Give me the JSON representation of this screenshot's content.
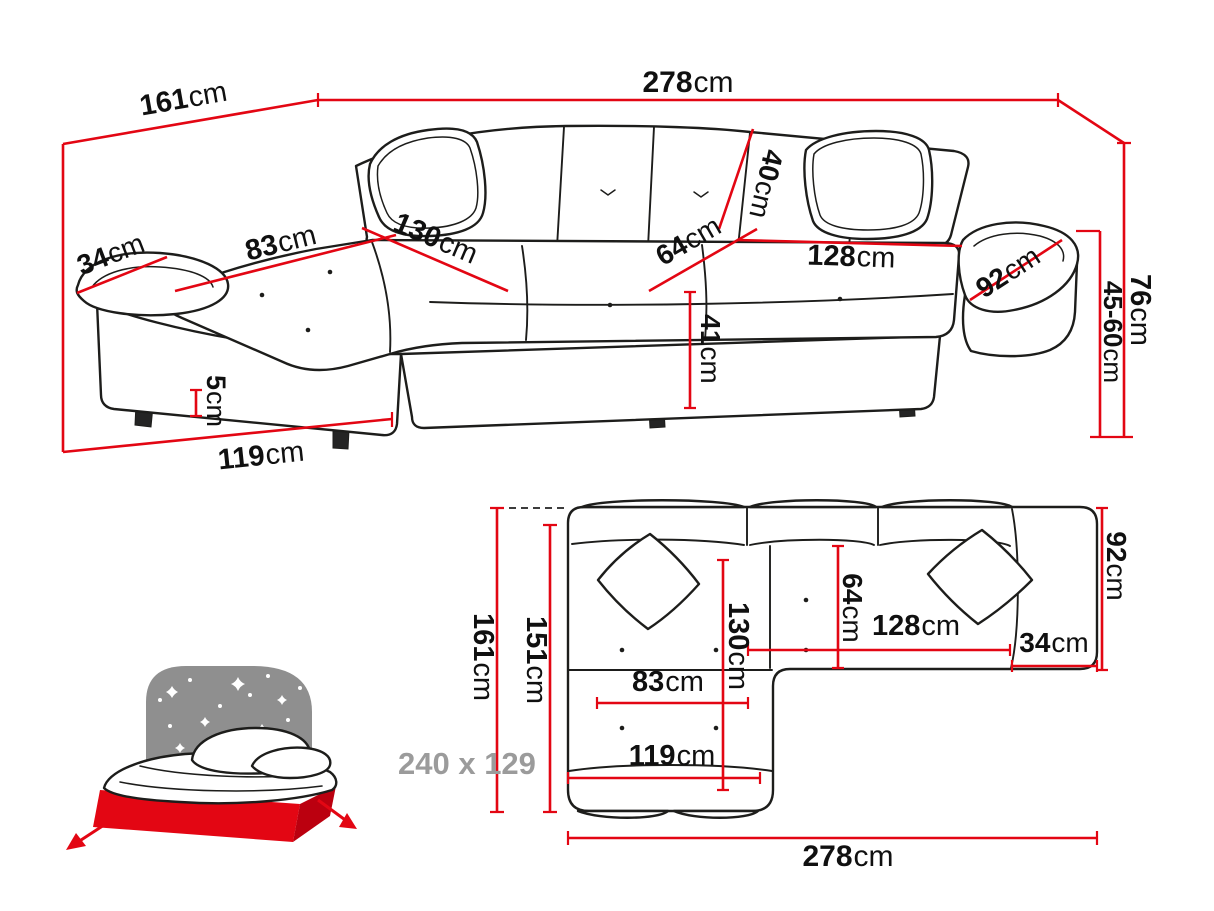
{
  "meta": {
    "description": "Corner sofa technical dimensions diagram with perspective view, top plan view and sleeping-area icon"
  },
  "colors": {
    "dimension": "#e30613",
    "outline": "#1d1d1b",
    "muted_text": "#9b9b9b",
    "headboard": "#8f8f8f",
    "mattress_front": "#e30613",
    "mattress_side": "#bb000f",
    "background": "#ffffff"
  },
  "perspective_view": {
    "dims": {
      "total_width": {
        "value": "278",
        "unit": "cm"
      },
      "total_depth": {
        "value": "161",
        "unit": "cm"
      },
      "backrest_height": {
        "value": "40",
        "unit": "cm"
      },
      "seat_depth": {
        "value": "64",
        "unit": "cm"
      },
      "chaise_seat_length": {
        "value": "130",
        "unit": "cm"
      },
      "chaise_seat_width": {
        "value": "83",
        "unit": "cm"
      },
      "chaise_armrest_width": {
        "value": "34",
        "unit": "cm"
      },
      "seat_width": {
        "value": "128",
        "unit": "cm"
      },
      "armrest_depth": {
        "value": "92",
        "unit": "cm"
      },
      "total_height": {
        "value": "76",
        "unit": "cm"
      },
      "armrest_height": {
        "value": "45-60",
        "unit": "cm"
      },
      "seat_height": {
        "value": "41",
        "unit": "cm"
      },
      "leg_height": {
        "value": "5",
        "unit": "cm"
      },
      "chaise_front_width": {
        "value": "119",
        "unit": "cm"
      }
    }
  },
  "plan_view": {
    "dims": {
      "total_depth": {
        "value": "161",
        "unit": "cm"
      },
      "inner_depth": {
        "value": "151",
        "unit": "cm"
      },
      "chaise_seat_length": {
        "value": "130",
        "unit": "cm"
      },
      "seat_depth": {
        "value": "64",
        "unit": "cm"
      },
      "seat_width": {
        "value": "128",
        "unit": "cm"
      },
      "armrest_width": {
        "value": "34",
        "unit": "cm"
      },
      "armrest_depth": {
        "value": "92",
        "unit": "cm"
      },
      "chaise_seat_width": {
        "value": "83",
        "unit": "cm"
      },
      "chaise_front_width": {
        "value": "119",
        "unit": "cm"
      },
      "total_width": {
        "value": "278",
        "unit": "cm"
      }
    }
  },
  "sleeping_area": {
    "size_label": "240 x 129"
  }
}
